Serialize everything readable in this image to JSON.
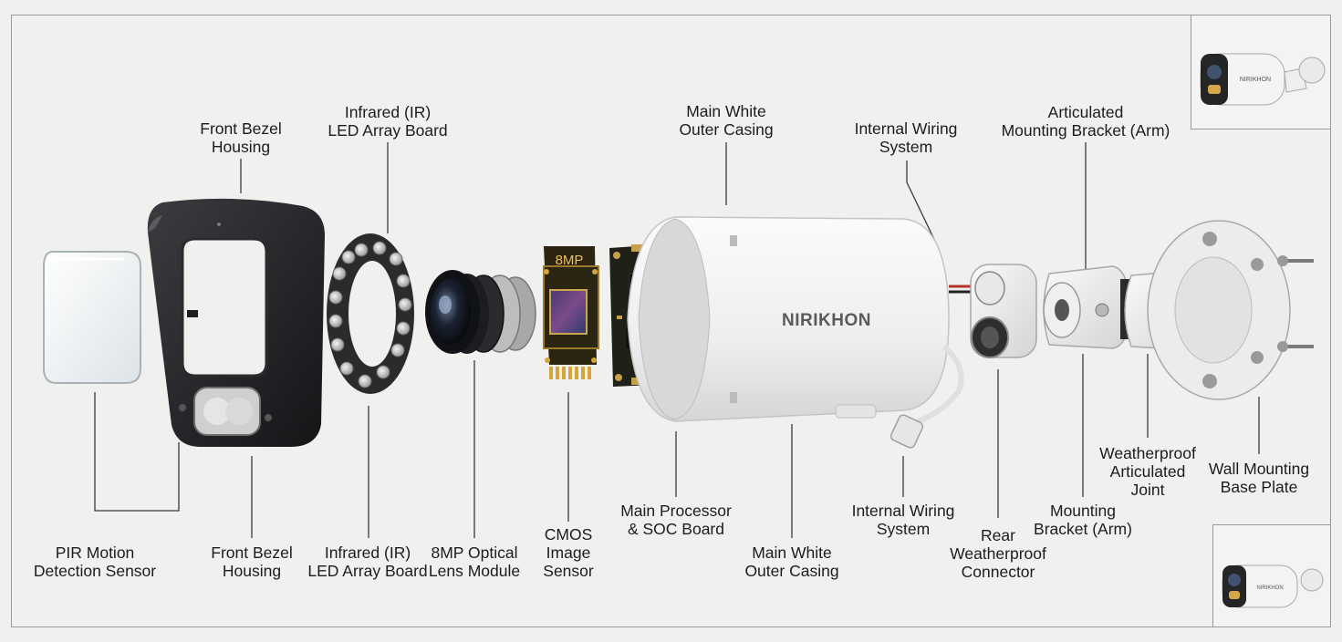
{
  "brand": "NIRIKHON",
  "chip_text": "8MP",
  "inset_brand_top": "NIRIKHON",
  "inset_brand_bottom": "NIRIKHON",
  "labels": {
    "front_bezel_top": [
      "Front Bezel",
      "Housing"
    ],
    "ir_led_top": [
      "Infrared (IR)",
      "LED Array Board"
    ],
    "casing_top": [
      "Main White",
      "Outer Casing"
    ],
    "wiring_top": [
      "Internal Wiring",
      "System"
    ],
    "bracket_top": [
      "Articulated",
      "Mounting Bracket (Arm)"
    ],
    "pir": [
      "PIR Motion",
      "Detection Sensor"
    ],
    "front_bezel_bottom": [
      "Front Bezel",
      "Housing"
    ],
    "ir_led_bottom": [
      "Infrared (IR)",
      "LED Array Board"
    ],
    "lens": [
      "8MP Optical",
      "Lens Module"
    ],
    "cmos": [
      "CMOS",
      "Image",
      "Sensor"
    ],
    "processor": [
      "Main Processor",
      "& SOC Board"
    ],
    "casing_bottom": [
      "Main White",
      "Outer Casing"
    ],
    "wiring_bottom": [
      "Internal Wiring",
      "System"
    ],
    "rear_connector": [
      "Rear",
      "Weatherproof",
      "Connector"
    ],
    "bracket_bottom": [
      "Mounting",
      "Bracket (Arm)"
    ],
    "joint": [
      "Weatherproof",
      "Articulated",
      "Joint"
    ],
    "base_plate": [
      "Wall Mounting",
      "Base Plate"
    ]
  }
}
